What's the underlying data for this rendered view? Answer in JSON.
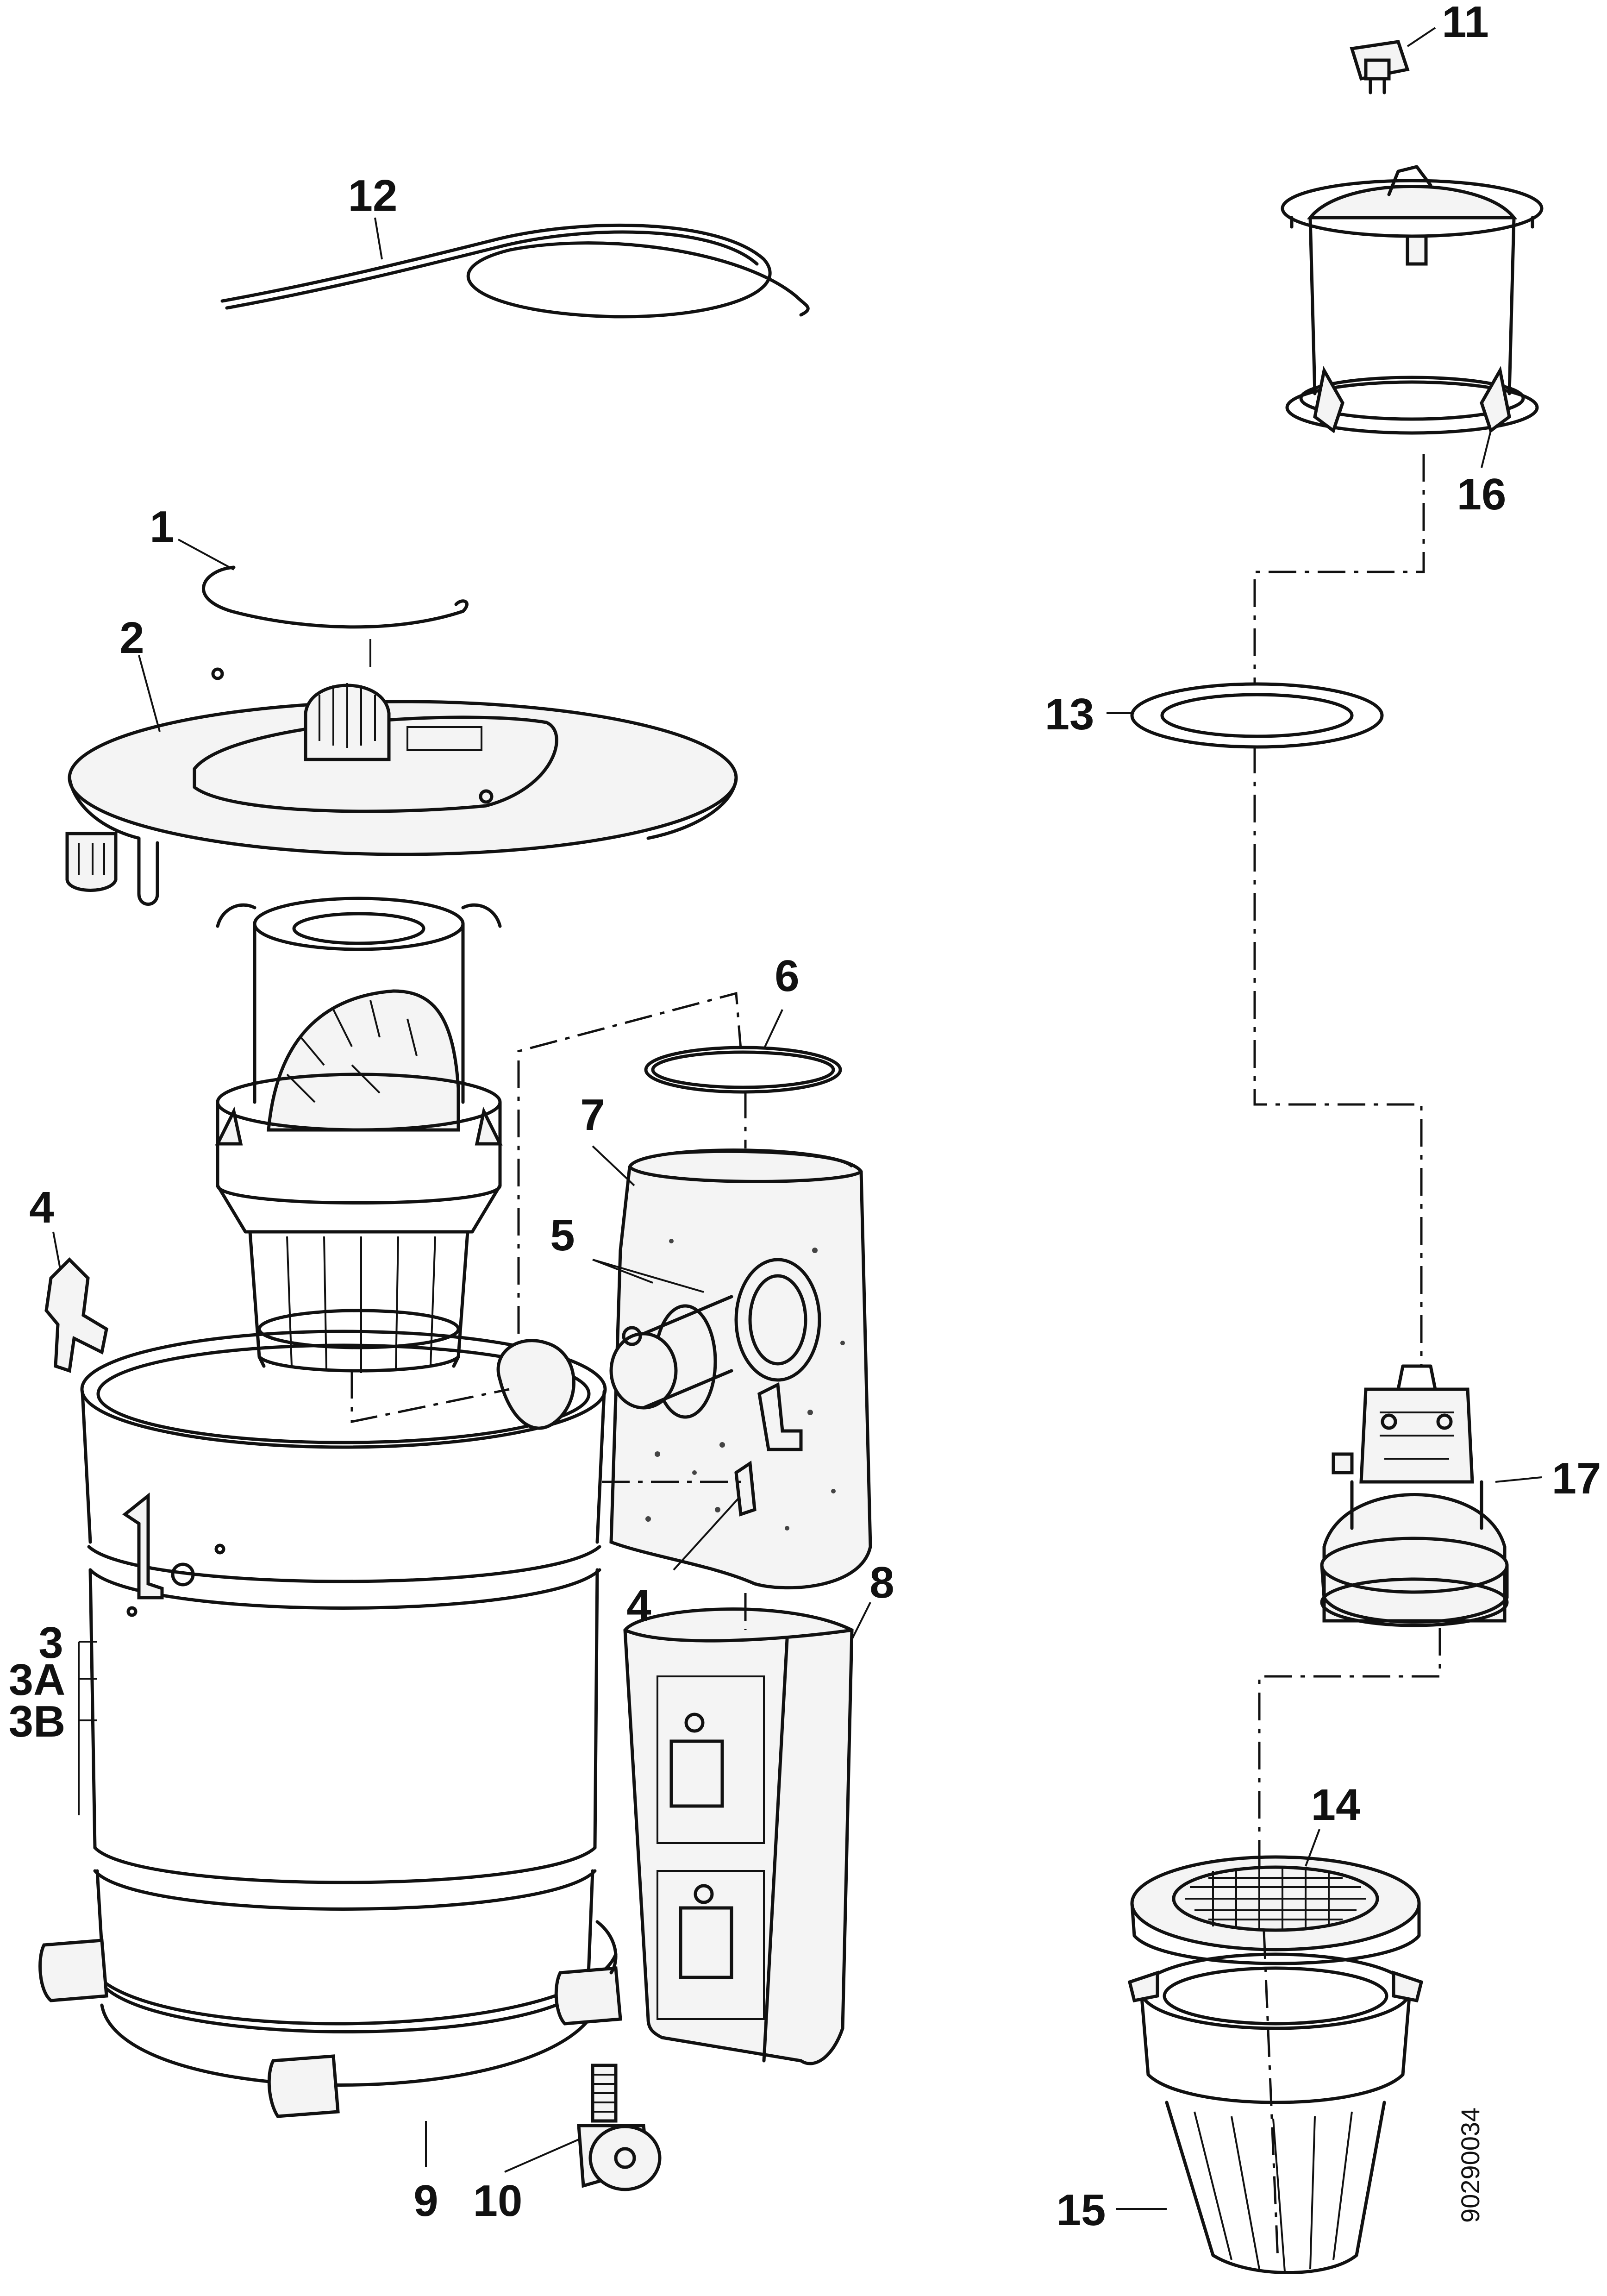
{
  "callouts": [
    {
      "id": "c1",
      "label": "1"
    },
    {
      "id": "c2",
      "label": "2"
    },
    {
      "id": "c3",
      "label": "3"
    },
    {
      "id": "c3a",
      "label": "3A"
    },
    {
      "id": "c3b",
      "label": "3B"
    },
    {
      "id": "c4a",
      "label": "4"
    },
    {
      "id": "c4b",
      "label": "4"
    },
    {
      "id": "c5",
      "label": "5"
    },
    {
      "id": "c6",
      "label": "6"
    },
    {
      "id": "c7",
      "label": "7"
    },
    {
      "id": "c8",
      "label": "8"
    },
    {
      "id": "c9",
      "label": "9"
    },
    {
      "id": "c10",
      "label": "10"
    },
    {
      "id": "c11",
      "label": "11"
    },
    {
      "id": "c12",
      "label": "12"
    },
    {
      "id": "c13",
      "label": "13"
    },
    {
      "id": "c14",
      "label": "14"
    },
    {
      "id": "c15",
      "label": "15"
    },
    {
      "id": "c16",
      "label": "16"
    },
    {
      "id": "c17",
      "label": "17"
    }
  ],
  "drawing_code": "90290034"
}
